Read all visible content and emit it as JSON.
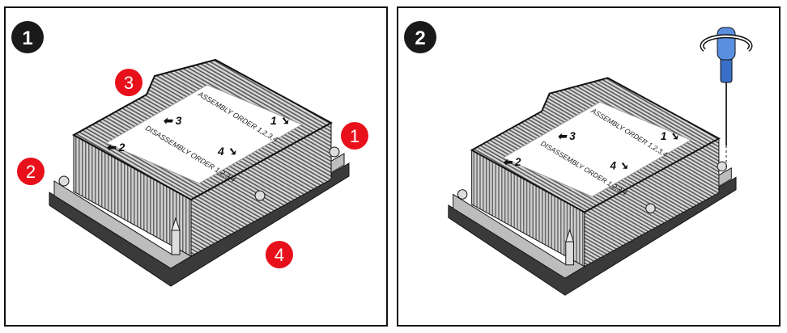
{
  "panels": [
    {
      "step": "1",
      "callouts": [
        "3",
        "1",
        "2",
        "4"
      ]
    },
    {
      "step": "2"
    }
  ],
  "label": {
    "assembly": "ASSEMBLY ORDER 1,2,3,4",
    "disassembly": "DISASSEMBLY ORDER 1,2,3,4",
    "a1": "1",
    "a2": "2",
    "a3": "3",
    "a4": "4"
  },
  "colors": {
    "callout": "#e8101a",
    "badge": "#1a1a1a",
    "screwdriver": "#3a6fc8"
  }
}
